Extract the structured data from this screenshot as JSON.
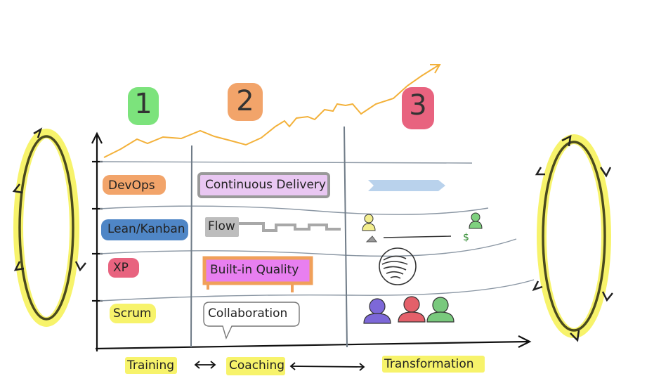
{
  "stages": {
    "one": "1",
    "two": "2",
    "three": "3"
  },
  "rows": {
    "devops": "DevOps",
    "lean": "Lean/Kanban",
    "xp": "XP",
    "scrum": "Scrum"
  },
  "practices": {
    "continuous_delivery": "Continuous Delivery",
    "flow": "Flow",
    "built_in_quality": "Built-in Quality",
    "collaboration": "Collaboration"
  },
  "phases": {
    "training": "Training",
    "coaching": "Coaching",
    "transformation": "Transformation"
  },
  "colors": {
    "green": "#7ce37c",
    "orange": "#f2a46a",
    "pink": "#e8637f",
    "yellow_highlight": "#f7f36b",
    "blue_pill": "#4f86c6",
    "purple_pill": "#e87ff0",
    "trend_line": "#f3b13a",
    "grid": "#7f8c99"
  },
  "icons": {
    "left_cycle": "cycle-arrows-icon",
    "right_cycle": "cycle-arrows-icon",
    "chevrons": "chevron-arrows-icon",
    "spiral": "spiral-icon",
    "people": "people-icon",
    "dollar": "dollar-icon"
  }
}
